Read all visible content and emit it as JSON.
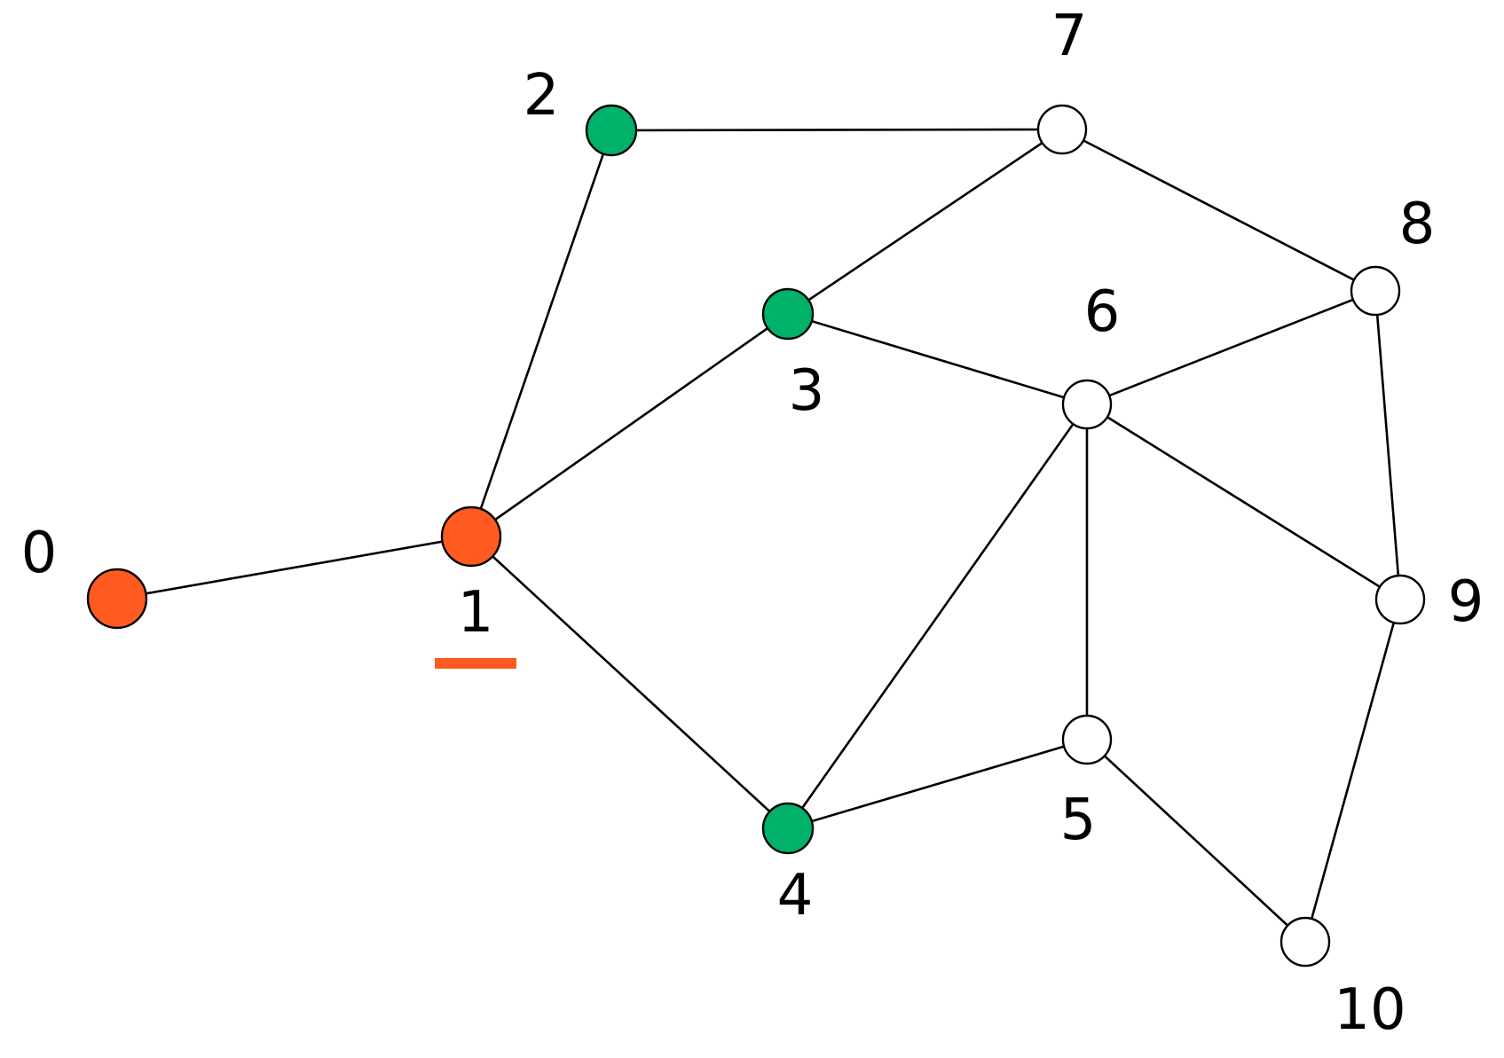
{
  "graph": {
    "nodes": [
      {
        "id": 0,
        "label": "0",
        "state": "visited"
      },
      {
        "id": 1,
        "label": "1",
        "state": "visited",
        "current": true
      },
      {
        "id": 2,
        "label": "2",
        "state": "frontier"
      },
      {
        "id": 3,
        "label": "3",
        "state": "frontier"
      },
      {
        "id": 4,
        "label": "4",
        "state": "frontier"
      },
      {
        "id": 5,
        "label": "5",
        "state": "unvisited"
      },
      {
        "id": 6,
        "label": "6",
        "state": "unvisited"
      },
      {
        "id": 7,
        "label": "7",
        "state": "unvisited"
      },
      {
        "id": 8,
        "label": "8",
        "state": "unvisited"
      },
      {
        "id": 9,
        "label": "9",
        "state": "unvisited"
      },
      {
        "id": 10,
        "label": "10",
        "state": "unvisited"
      }
    ],
    "edges": [
      [
        0,
        1
      ],
      [
        1,
        2
      ],
      [
        1,
        3
      ],
      [
        1,
        4
      ],
      [
        2,
        7
      ],
      [
        3,
        7
      ],
      [
        3,
        6
      ],
      [
        4,
        6
      ],
      [
        4,
        5
      ],
      [
        5,
        6
      ],
      [
        5,
        10
      ],
      [
        6,
        8
      ],
      [
        6,
        9
      ],
      [
        7,
        8
      ],
      [
        8,
        9
      ],
      [
        9,
        10
      ]
    ]
  },
  "colors": {
    "visited": "#ff5a1f",
    "frontier": "#00b16a",
    "unvisited": "#ffffff",
    "current_marker": "#ff5a1f"
  }
}
